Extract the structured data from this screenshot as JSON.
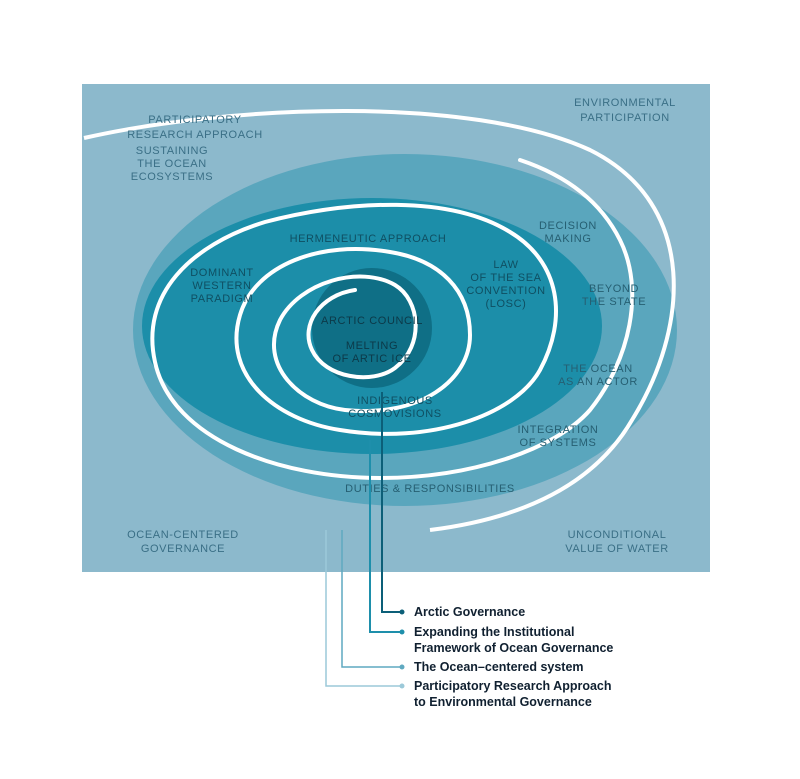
{
  "outer_labels": {
    "participatory_research_line1": "PARTICIPATORY",
    "participatory_research_line2": "RESEARCH APPROACH",
    "environmental_line1": "ENVIRONMENTAL",
    "environmental_line2": "PARTICIPATION",
    "sustaining_line1": "SUSTAINING",
    "sustaining_line2": "THE OCEAN",
    "sustaining_line3": "ECOSYSTEMS",
    "ocean_centered_line1": "OCEAN-CENTERED",
    "ocean_centered_line2": "GOVERNANCE",
    "unconditional_line1": "UNCONDITIONAL",
    "unconditional_line2": "VALUE OF WATER"
  },
  "middle_labels": {
    "decision_line1": "DECISION",
    "decision_line2": "MAKING",
    "beyond_line1": "BEYOND",
    "beyond_line2": "THE STATE",
    "ocean_actor_line1": "THE OCEAN",
    "ocean_actor_line2": "AS AN ACTOR",
    "integration_line1": "INTEGRATION",
    "integration_line2": "OF SYSTEMS",
    "duties": "DUTIES & RESPONSIBILITIES"
  },
  "inner_labels": {
    "hermeneutic": "HERMENEUTIC APPROACH",
    "dominant_line1": "DOMINANT",
    "dominant_line2": "WESTERN",
    "dominant_line3": "PARADIGM",
    "law_line1": "LAW",
    "law_line2": "OF THE SEA",
    "law_line3": "CONVENTION",
    "law_line4": "(LOSC)",
    "indigenous_line1": "INDIGENOUS",
    "indigenous_line2": "COSMOVISIONS"
  },
  "core_labels": {
    "arctic_council": "ARCTIC COUNCIL",
    "melting_line1": "MELTING",
    "melting_line2": "OF ARTIC ICE"
  },
  "legend": {
    "arctic_governance": "Arctic Governance",
    "expanding_line1": "Expanding the Institutional",
    "expanding_line2": "Framework of Ocean Governance",
    "ocean_centered_system": "The Ocean–centered system",
    "participatory_line1": "Participatory Research Approach",
    "participatory_line2": "to Environmental Governance"
  },
  "colors": {
    "outer_square": "#8cb9cc",
    "middle_ellipse": "#5aa6bd",
    "inner_ellipse": "#1c8ea9",
    "core_circle": "#0f6f86",
    "spiral": "#ffffff",
    "leader_arctic": "#0c5f78",
    "leader_expanding": "#1e8fab",
    "leader_ocean": "#5fa9c0",
    "leader_participatory": "#9cc9d9"
  }
}
